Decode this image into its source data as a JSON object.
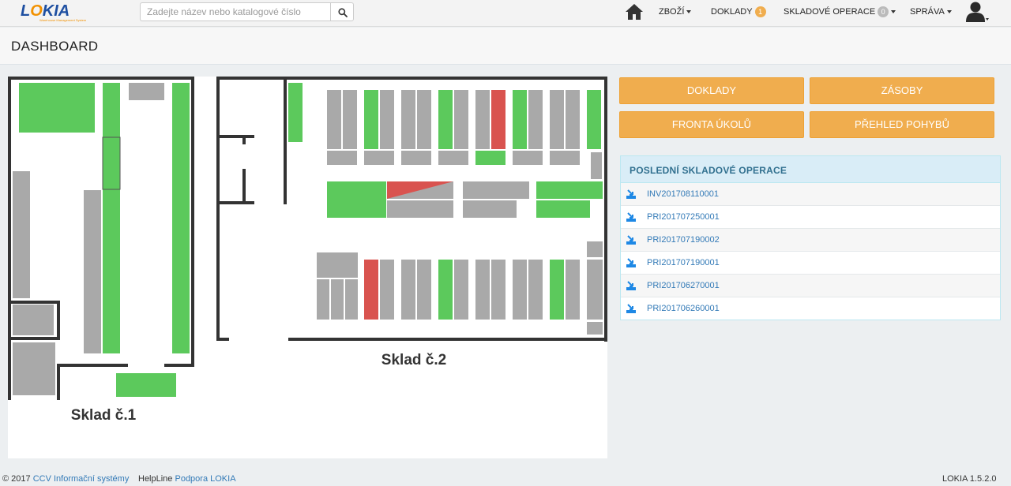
{
  "app": {
    "logo_text_a": "L",
    "logo_text_o": "O",
    "logo_text_b": "KIA",
    "logo_subtitle": "Warehouse Management System"
  },
  "search": {
    "placeholder": "Zadejte název nebo katalogové číslo"
  },
  "nav": {
    "items": [
      {
        "label": "ZBOŽÍ"
      },
      {
        "label": "DOKLADY",
        "badge": "1"
      },
      {
        "label": "SKLADOVÉ OPERACE",
        "badge": "0"
      },
      {
        "label": "SPRÁVA"
      }
    ]
  },
  "page": {
    "title": "DASHBOARD"
  },
  "map": {
    "warehouse1_label": "Sklad č.1",
    "warehouse2_label": "Sklad č.2",
    "colors": {
      "occupied": "#5cc95c",
      "empty": "#a9a9a9",
      "critical": "#d9534f",
      "wall": "#333333"
    }
  },
  "actions": [
    {
      "label": "DOKLADY"
    },
    {
      "label": "ZÁSOBY"
    },
    {
      "label": "FRONTA ÚKOLŮ"
    },
    {
      "label": "PŘEHLED POHYBŮ"
    }
  ],
  "ops": {
    "title": "POSLEDNÍ SKLADOVÉ OPERACE",
    "rows": [
      {
        "code": "INV201708110001"
      },
      {
        "code": "PRI201707250001"
      },
      {
        "code": "PRI201707190002"
      },
      {
        "code": "PRI201707190001"
      },
      {
        "code": "PRI201706270001"
      },
      {
        "code": "PRI201706260001"
      }
    ]
  },
  "footer": {
    "copyright": "© 2017",
    "company_link": "CCV Informační systémy",
    "helpline_label": "HelpLine",
    "support_link": "Podpora LOKIA",
    "version": "LOKIA 1.5.2.0"
  },
  "colors": {
    "accent": "#f0ad4e",
    "link": "#337ab7",
    "panel_head": "#d9edf7"
  }
}
